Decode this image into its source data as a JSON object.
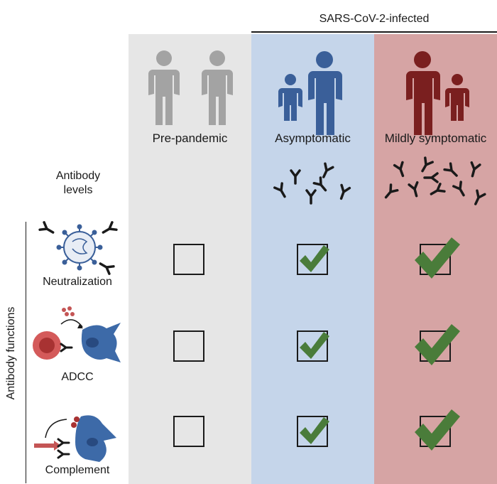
{
  "header": {
    "title": "SARS-CoV-2-infected"
  },
  "columns": [
    {
      "label": "Pre-pandemic",
      "color": "#a0a0a0"
    },
    {
      "label": "Asymptomatic",
      "color": "#3a5f99"
    },
    {
      "label": "Mildly symptomatic",
      "color": "#7a1f1f"
    }
  ],
  "rows": {
    "antibody_levels": "Antibody\nlevels",
    "neutralization": "Neutralization",
    "adcc": "ADCC",
    "complement": "Complement"
  },
  "side_label": "Antibody functions",
  "colors": {
    "pre_bg": "#e6e6e6",
    "asym_bg": "#c5d5ea",
    "mild_bg": "#d6a4a4",
    "check": "#4a7c3a"
  },
  "checks": {
    "pre": [
      false,
      false,
      false
    ],
    "asym": [
      true,
      true,
      true
    ],
    "mild": [
      true,
      true,
      true
    ]
  }
}
